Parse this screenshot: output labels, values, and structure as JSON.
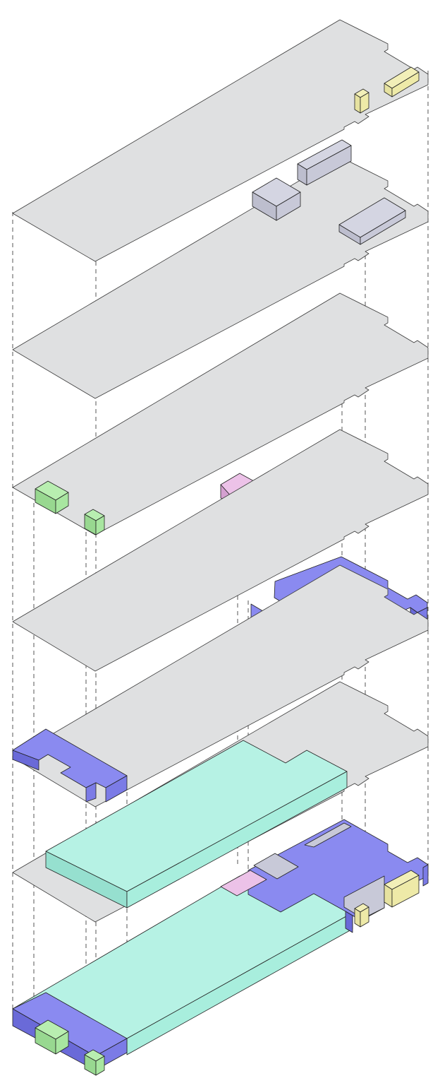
{
  "diagram": {
    "kind": "exploded-isometric-layer-stack",
    "layer_count": 7,
    "colors": {
      "plate": "#dfe0e1",
      "blue_component": "#7b7be6",
      "teal_battery": "#a8eedd",
      "green_component": "#a8e6a0",
      "pink_component": "#e0b0dc",
      "yellow_component": "#eeeaa8",
      "gray_component": "#c8c9d8",
      "outline": "#3a3a3a"
    },
    "components": [
      {
        "name": "yellow-connector-large",
        "color": "yellow_component"
      },
      {
        "name": "yellow-connector-small",
        "color": "yellow_component"
      },
      {
        "name": "gray-chip",
        "color": "gray_component"
      },
      {
        "name": "green-module-large",
        "color": "green_component"
      },
      {
        "name": "green-module-small",
        "color": "green_component"
      },
      {
        "name": "pink-module",
        "color": "pink_component"
      },
      {
        "name": "blue-board-right",
        "color": "blue_component"
      },
      {
        "name": "blue-board-left",
        "color": "blue_component"
      },
      {
        "name": "teal-battery",
        "color": "teal_battery"
      }
    ]
  }
}
